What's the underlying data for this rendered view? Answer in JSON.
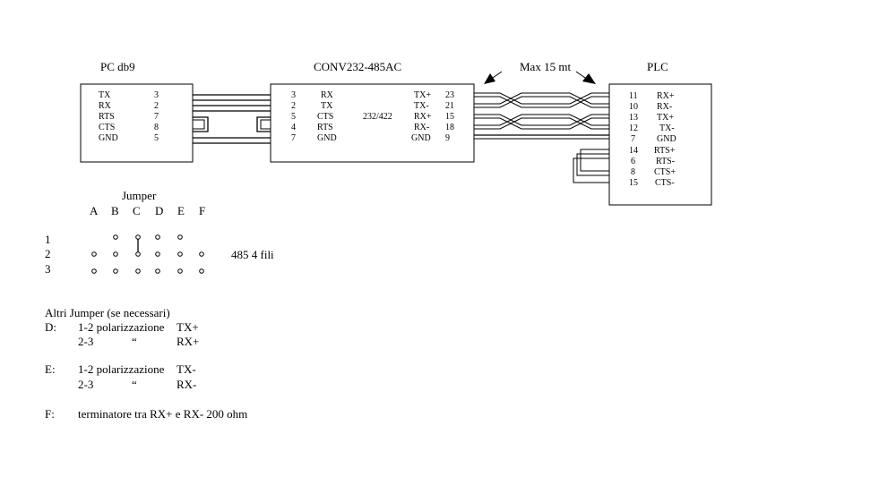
{
  "titles": {
    "pc": "PC db9",
    "conv": "CONV232-485AC",
    "plc": "PLC",
    "max": "Max 15 mt"
  },
  "pc_box": {
    "rows": [
      {
        "label": "TX",
        "pin": "3"
      },
      {
        "label": "RX",
        "pin": "2"
      },
      {
        "label": "RTS",
        "pin": "7"
      },
      {
        "label": "CTS",
        "pin": "8"
      },
      {
        "label": "GND",
        "pin": "5"
      }
    ]
  },
  "conv_box": {
    "left_rows": [
      {
        "pin": "3",
        "label": "RX"
      },
      {
        "pin": "2",
        "label": "TX"
      },
      {
        "pin": "5",
        "label": "CTS"
      },
      {
        "pin": "4",
        "label": "RTS"
      },
      {
        "pin": "7",
        "label": "GND"
      }
    ],
    "middle": "232/422",
    "right_rows": [
      {
        "label": "TX+",
        "pin": "23"
      },
      {
        "label": "TX-",
        "pin": "21"
      },
      {
        "label": "RX+",
        "pin": "15"
      },
      {
        "label": "RX-",
        "pin": "18"
      },
      {
        "label": "GND",
        "pin": "9"
      }
    ]
  },
  "plc_box": {
    "rows": [
      {
        "pin": "11",
        "label": "RX+"
      },
      {
        "pin": "10",
        "label": "RX-"
      },
      {
        "pin": "13",
        "label": "TX+"
      },
      {
        "pin": "12",
        "label": "TX-"
      },
      {
        "pin": "7",
        "label": "GND"
      },
      {
        "pin": "14",
        "label": "RTS+"
      },
      {
        "pin": "6",
        "label": "RTS-"
      },
      {
        "pin": "8",
        "label": "CTS+"
      },
      {
        "pin": "15",
        "label": "CTS-"
      }
    ]
  },
  "jumper": {
    "title": "Jumper",
    "columns": [
      "A",
      "B",
      "C",
      "D",
      "E",
      "F"
    ],
    "rows": [
      "1",
      "2",
      "3"
    ],
    "side_label": "485 4 fili"
  },
  "notes": {
    "heading": "Altri Jumper (se necessari)",
    "d_key": "D:",
    "d_line1": "1-2 polarizzazione",
    "d_line1_val": "TX+",
    "d_line2": "2-3",
    "d_line2_ditto": "“",
    "d_line2_val": "RX+",
    "e_key": "E:",
    "e_line1": "1-2 polarizzazione",
    "e_line1_val": "TX-",
    "e_line2": "2-3",
    "e_line2_ditto": "“",
    "e_line2_val": "RX-",
    "f_key": "F:",
    "f_text": "terminatore tra RX+ e RX- 200 ohm"
  }
}
